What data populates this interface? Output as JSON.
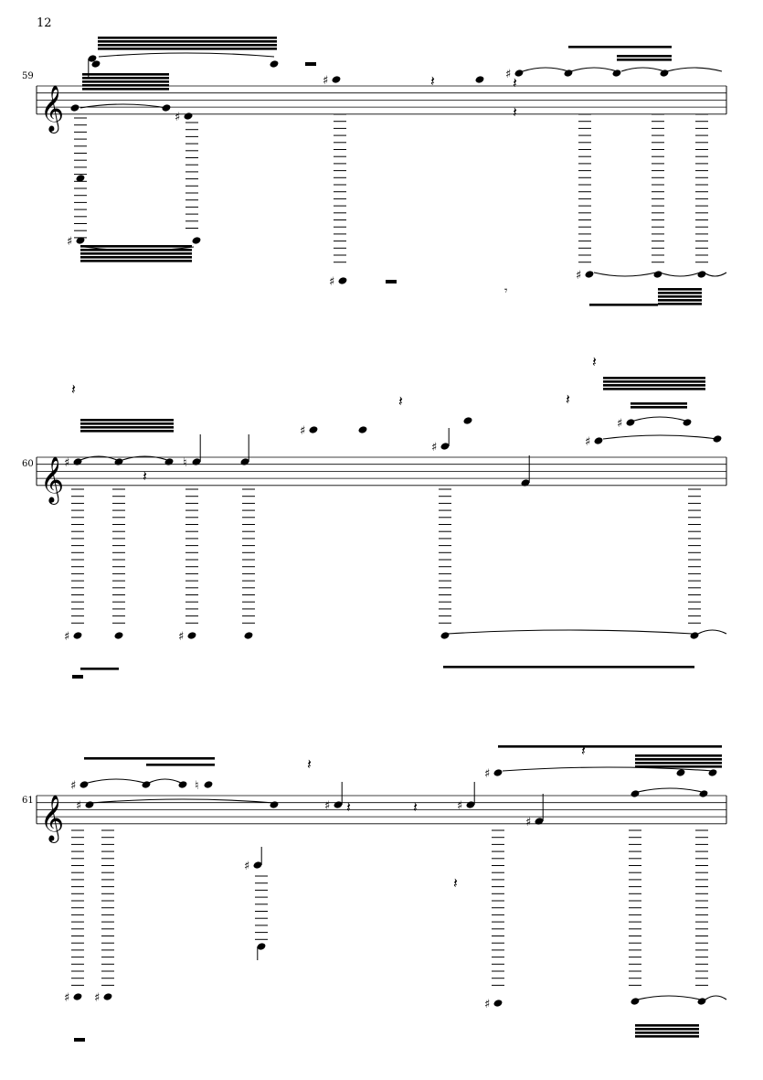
{
  "page_number": "12",
  "systems": [
    {
      "measure_number": "59"
    },
    {
      "measure_number": "60"
    },
    {
      "measure_number": "61"
    }
  ],
  "colors": {
    "ink": "#000000",
    "paper": "#ffffff"
  }
}
